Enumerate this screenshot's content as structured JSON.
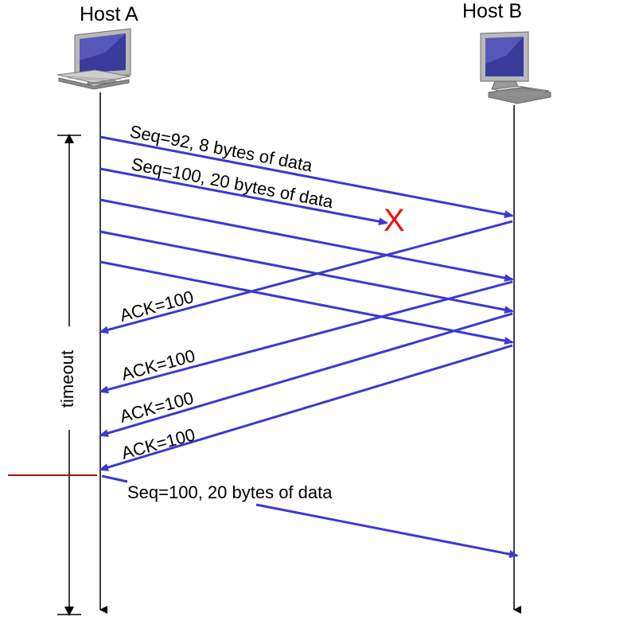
{
  "hosts": {
    "a": {
      "label": "Host A",
      "icon": "desktop-computer-icon"
    },
    "b": {
      "label": "Host B",
      "icon": "desktop-computer-icon"
    }
  },
  "messages": {
    "seq92": "Seq=92, 8 bytes of data",
    "seq100": "Seq=100, 20 bytes of data",
    "ack1": "ACK=100",
    "ack2": "ACK=100",
    "ack3": "ACK=100",
    "ack4": "ACK=100",
    "retransmit": "Seq=100, 20 bytes of data"
  },
  "loss_marker": "X",
  "timeout": {
    "label": "timeout"
  },
  "colors": {
    "arrow": "#3a3acf",
    "loss_marker": "#ee1111",
    "timeout_line": "#aa0f0f",
    "lifeline": "#000000"
  }
}
